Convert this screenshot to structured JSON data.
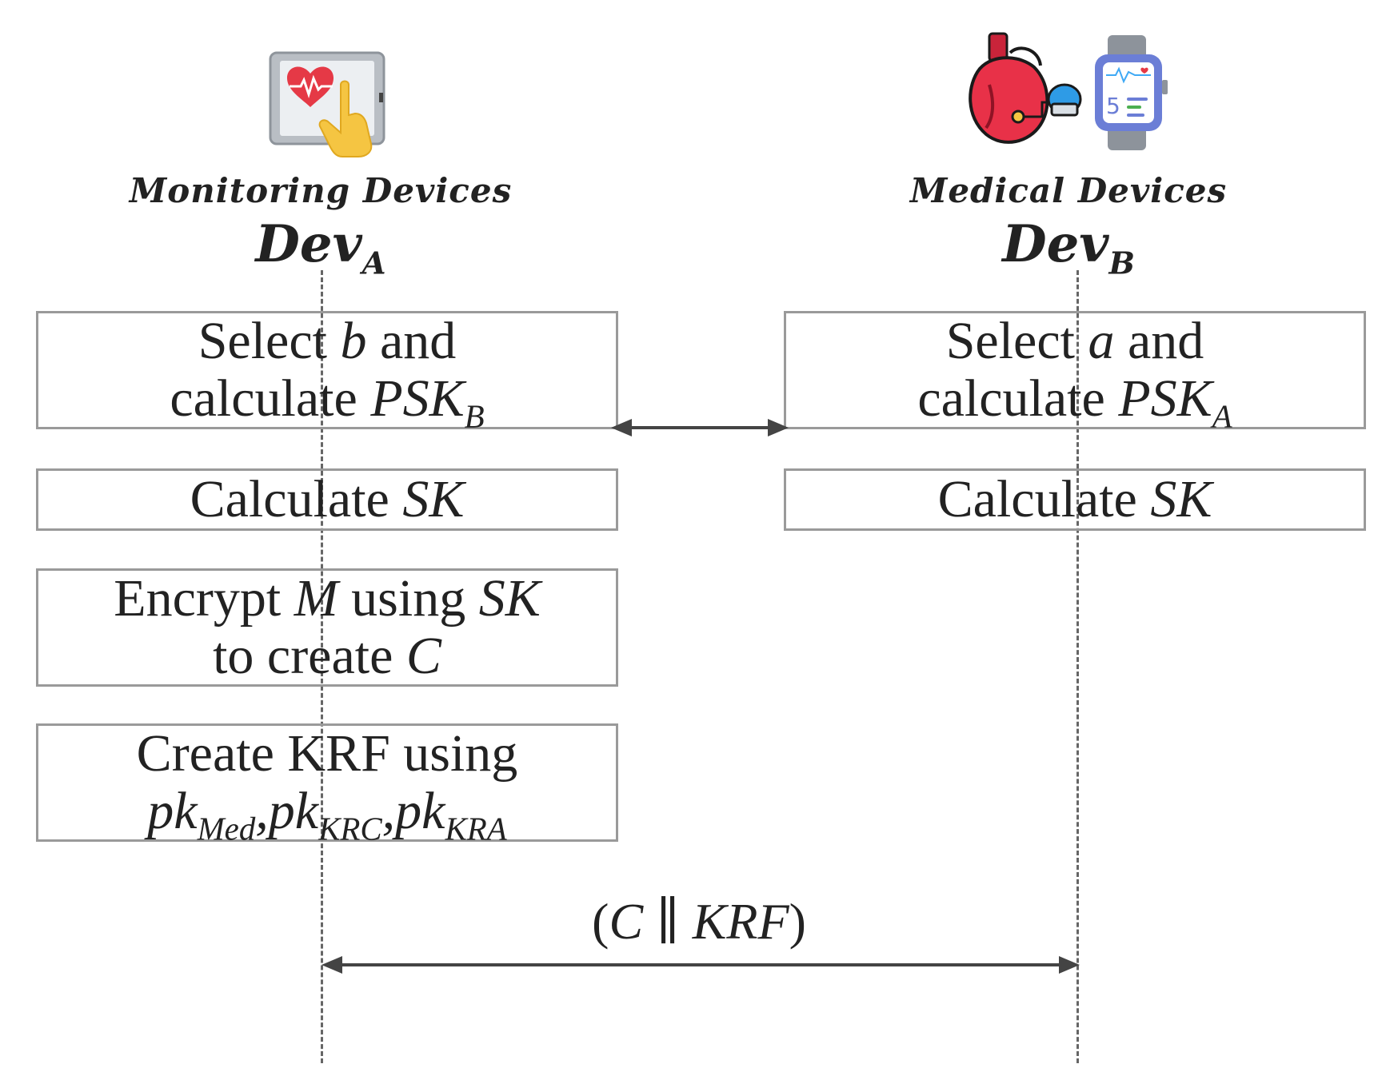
{
  "participants": {
    "left": {
      "name": "Monitoring Devices",
      "symbol_base": "Dev",
      "symbol_sub": "A"
    },
    "right": {
      "name": "Medical Devices",
      "symbol_base": "Dev",
      "symbol_sub": "B"
    }
  },
  "left_steps": {
    "step1": {
      "t1": "Select ",
      "v1": "b",
      "t2": " and",
      "t3": "calculate ",
      "v2": "PSK",
      "s2": "B"
    },
    "step2": {
      "t1": "Calculate ",
      "v1": "SK"
    },
    "step3": {
      "t1": "Encrypt ",
      "v1": "M",
      "t2": " using ",
      "v2": "SK",
      "t3": "to create ",
      "v3": "C"
    },
    "step4": {
      "t1": "Create KRF using",
      "p1": "pk",
      "s1": "Med",
      "c1": ",",
      "p2": "pk",
      "s2": "KRC",
      "c2": ",",
      "p3": "pk",
      "s3": "KRA"
    }
  },
  "right_steps": {
    "step1": {
      "t1": "Select ",
      "v1": "a",
      "t2": " and",
      "t3": "calculate ",
      "v2": "PSK",
      "s2": "A"
    },
    "step2": {
      "t1": "Calculate ",
      "v1": "SK"
    }
  },
  "message": {
    "open": "(",
    "v1": "C",
    "sep": " ∥ ",
    "v2": "KRF",
    "close": ")"
  }
}
